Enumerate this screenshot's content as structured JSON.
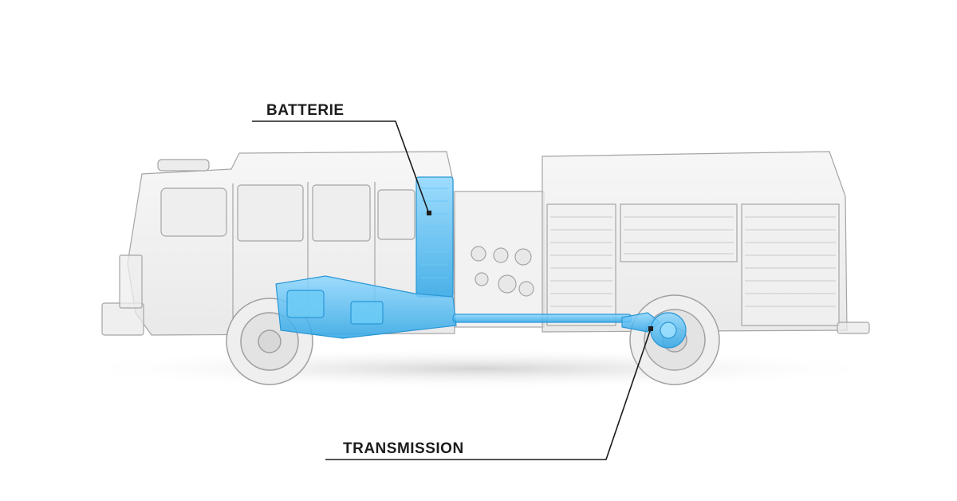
{
  "callouts": {
    "battery": {
      "label": "BATTERIE"
    },
    "transmission": {
      "label": "TRANSMISSION"
    }
  },
  "colors": {
    "background": "#ffffff",
    "truck_ghost": "#9a9a9a",
    "highlight": "#3fb6f0",
    "callout_line": "#1c1c1c"
  },
  "icons": {
    "truck": "fire-truck-xray-illustration"
  }
}
